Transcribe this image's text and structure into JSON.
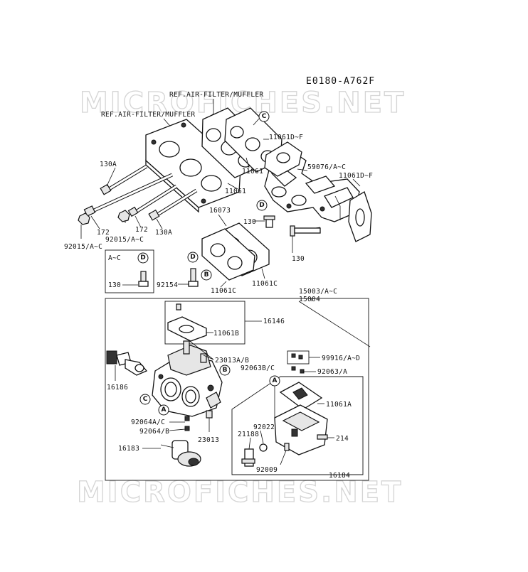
{
  "diagram_code": "E0180-A762F",
  "watermark_text": "MICROFICHES.NET",
  "references": {
    "upper": "REF.AIR-FILTER/MUFFLER",
    "lower": "REF.AIR-FILTER/MUFFLER"
  },
  "callouts": {
    "c_upper": "C",
    "d_manifold": "D",
    "d_inset": "D",
    "d_bolt": "D",
    "b_gasket": "B",
    "b_carb": "B",
    "c_carb": "C",
    "a_carb": "A",
    "a_bowl": "A"
  },
  "inset_labels": {
    "range": "A~C",
    "part": "130"
  },
  "labels": {
    "p11061df_a": "11061D~F",
    "p11061_a": "11061",
    "p11061_b": "11061",
    "p59076": "59076/A~C",
    "p11061df_b": "11061D~F",
    "p130a_a": "130A",
    "p16073": "16073",
    "p130_a": "130",
    "p130_b": "130",
    "p92015_a": "92015/A~C",
    "p172_a": "172",
    "p92015_b": "92015/A~C",
    "p172_b": "172",
    "p130a_b": "130A",
    "p92154": "92154",
    "p11061c_a": "11061C",
    "p11061c_b": "11061C",
    "p15003": "15003/A~C",
    "p15004": "15004",
    "p16146": "16146",
    "p11061b": "11061B",
    "p23013ab": "23013A/B",
    "p99916": "99916/A~D",
    "p92063bc": "92063B/C",
    "p92063a": "92063/A",
    "p16186": "16186",
    "p11061a": "11061A",
    "p92064ac": "92064A/C",
    "p92064b": "92064/B",
    "p23013": "23013",
    "p92022": "92022",
    "p21188": "21188",
    "p214": "214",
    "p16183": "16183",
    "p92009": "92009",
    "p16184": "16184"
  }
}
